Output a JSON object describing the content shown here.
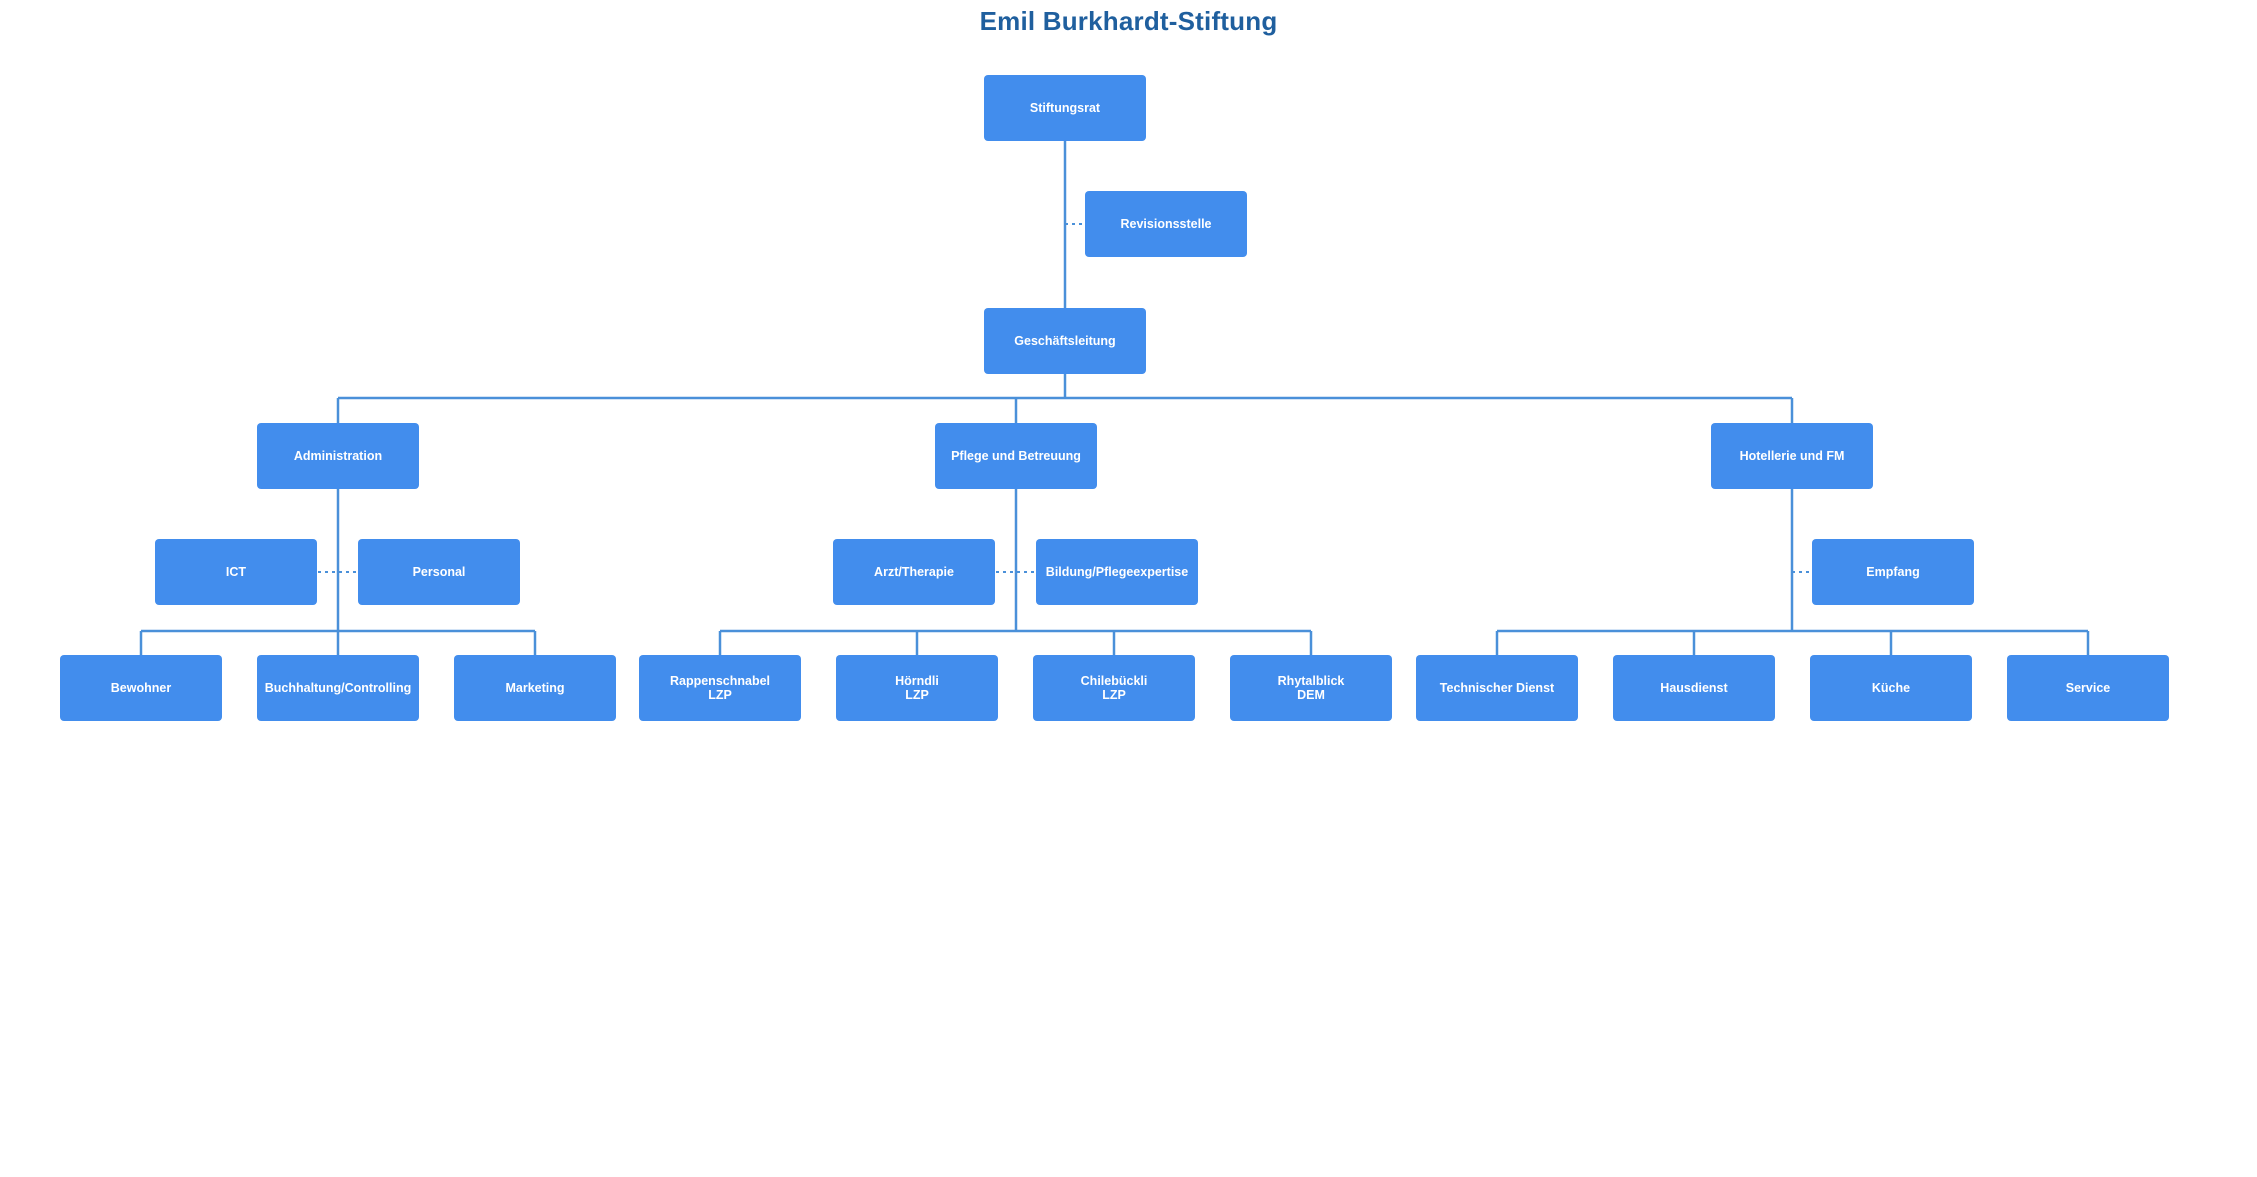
{
  "title": "Emil Burkhardt-Stiftung",
  "colors": {
    "box": "#428ded",
    "line": "#4a90d9",
    "title": "#1f5f9e",
    "background": "#ffffff"
  },
  "nodes": {
    "stiftungsrat": {
      "line1": "Stiftungsrat"
    },
    "revisionsstelle": {
      "line1": "Revisionsstelle"
    },
    "geschaeftsleitung": {
      "line1": "Geschäftsleitung"
    },
    "administration": {
      "line1": "Administration"
    },
    "pflege": {
      "line1": "Pflege und Betreuung"
    },
    "hotellerie": {
      "line1": "Hotellerie und FM"
    },
    "ict": {
      "line1": "ICT"
    },
    "personal": {
      "line1": "Personal"
    },
    "arzt": {
      "line1": "Arzt/Therapie"
    },
    "bildung": {
      "line1": "Bildung/Pflegeexpertise"
    },
    "empfang": {
      "line1": "Empfang"
    },
    "bewohner": {
      "line1": "Bewohner"
    },
    "buchhaltung": {
      "line1": "Buchhaltung/Controlling"
    },
    "marketing": {
      "line1": "Marketing"
    },
    "rappenschnabel": {
      "line1": "Rappenschnabel",
      "line2": "LZP"
    },
    "hoerndli": {
      "line1": "Hörndli",
      "line2": "LZP"
    },
    "chilebuekli": {
      "line1": "Chilebückli",
      "line2": "LZP"
    },
    "rhytalblick": {
      "line1": "Rhytalblick",
      "line2": "DEM"
    },
    "technischer": {
      "line1": "Technischer Dienst"
    },
    "hausdienst": {
      "line1": "Hausdienst"
    },
    "kueche": {
      "line1": "Küche"
    },
    "service": {
      "line1": "Service"
    }
  }
}
